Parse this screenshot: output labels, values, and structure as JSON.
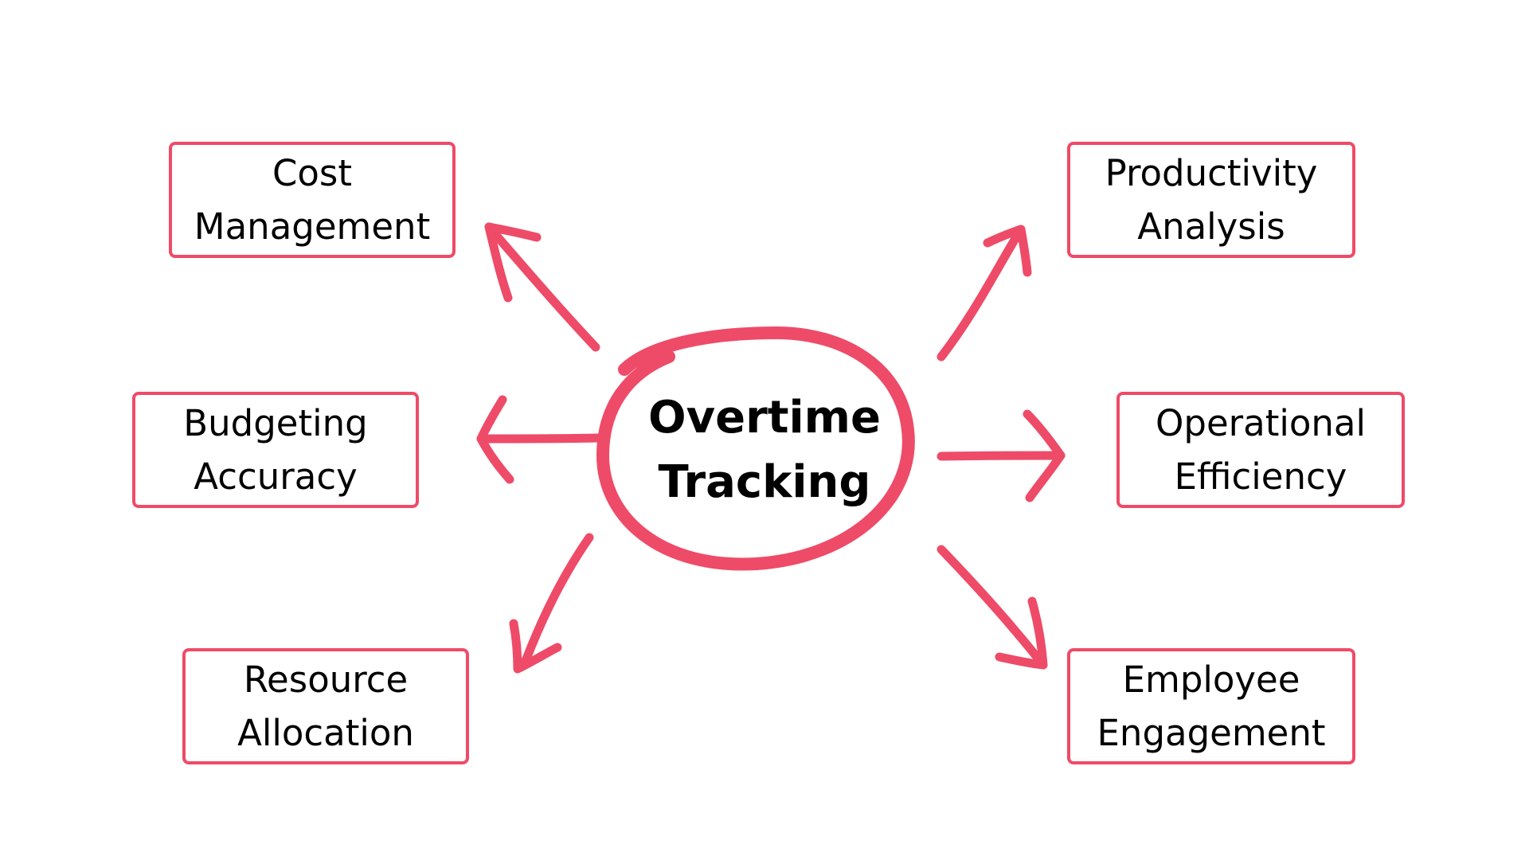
{
  "center": {
    "line1": "Overtime",
    "line2": "Tracking"
  },
  "nodes": [
    {
      "id": "cost-management",
      "line1": "Cost",
      "line2": "Management"
    },
    {
      "id": "budgeting-accuracy",
      "line1": "Budgeting",
      "line2": "Accuracy"
    },
    {
      "id": "resource-allocation",
      "line1": "Resource",
      "line2": "Allocation"
    },
    {
      "id": "productivity-analysis",
      "line1": "Productivity",
      "line2": "Analysis"
    },
    {
      "id": "operational-efficiency",
      "line1": "Operational",
      "line2": "Efficiency"
    },
    {
      "id": "employee-engagement",
      "line1": "Employee",
      "line2": "Engagement"
    }
  ],
  "colors": {
    "accent": "#ee4b68",
    "text": "#000000",
    "background": "#ffffff"
  },
  "icons": {
    "center_shape": "hand-drawn-circle",
    "connector": "hand-drawn-arrow"
  }
}
